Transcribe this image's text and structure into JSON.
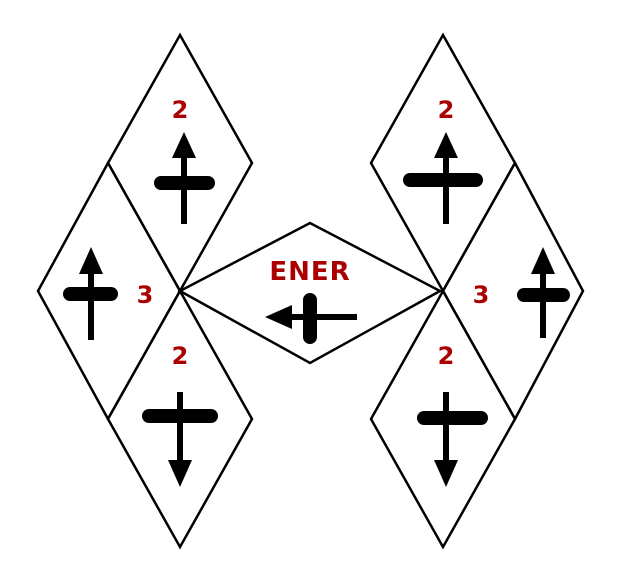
{
  "colors": {
    "label": "#aa0000",
    "line": "#000000",
    "fill": "#ffffff"
  },
  "center": {
    "label": "ENER",
    "arrow": "arrow-left"
  },
  "left_group": {
    "top": {
      "label": "2",
      "arrow": "arrow-up"
    },
    "middle": {
      "label": "3",
      "arrow": "arrow-up"
    },
    "bottom": {
      "label": "2",
      "arrow": "arrow-down"
    }
  },
  "right_group": {
    "top": {
      "label": "2",
      "arrow": "arrow-up"
    },
    "middle": {
      "label": "3",
      "arrow": "arrow-up"
    },
    "bottom": {
      "label": "2",
      "arrow": "arrow-down"
    }
  }
}
